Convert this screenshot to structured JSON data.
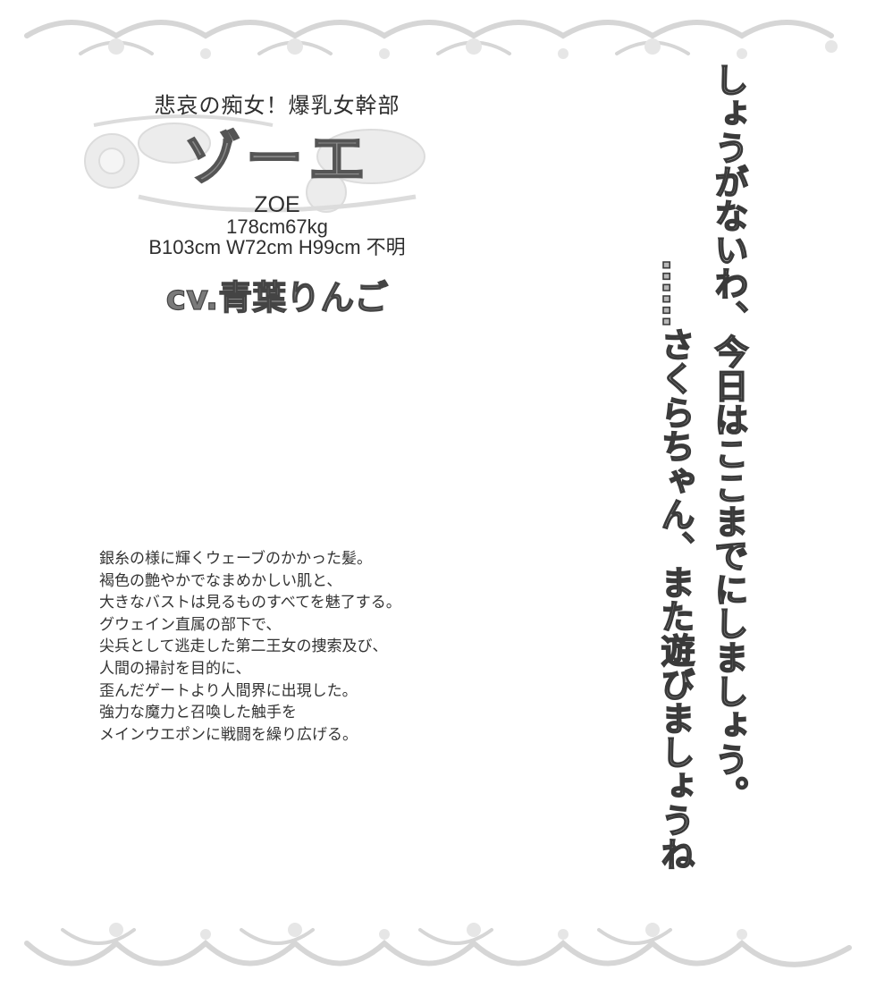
{
  "profile": {
    "subtitle": "悲哀の痴女！爆乳女幹部",
    "name": "ゾーエ",
    "latin_name": "ZOE",
    "height_weight": "178cm67kg",
    "measurements": "B103cm W72cm H99cm 不明",
    "voice_actor": "cv.青葉りんご"
  },
  "description_lines": [
    "銀糸の様に輝くウェーブのかかった髪。",
    "褐色の艶やかでなまめかしい肌と、",
    "大きなバストは見るものすべてを魅了する。",
    "グウェイン直属の部下で、",
    "尖兵として逃走した第二王女の捜索及び、",
    "人間の掃討を目的に、",
    "歪んだゲートより人間界に出現した。",
    "強力な魔力と召喚した触手を",
    "メインウエポンに戦闘を繰り広げる。"
  ],
  "quote": {
    "line1": "しょうがないわ、今日はここまでにしましょう。",
    "line2": "……さくらちゃん、また遊びましょうね"
  },
  "colors": {
    "ornament": "#d9d9d9",
    "text": "#2a2a2a",
    "title_fill": "#8c8c8c"
  }
}
